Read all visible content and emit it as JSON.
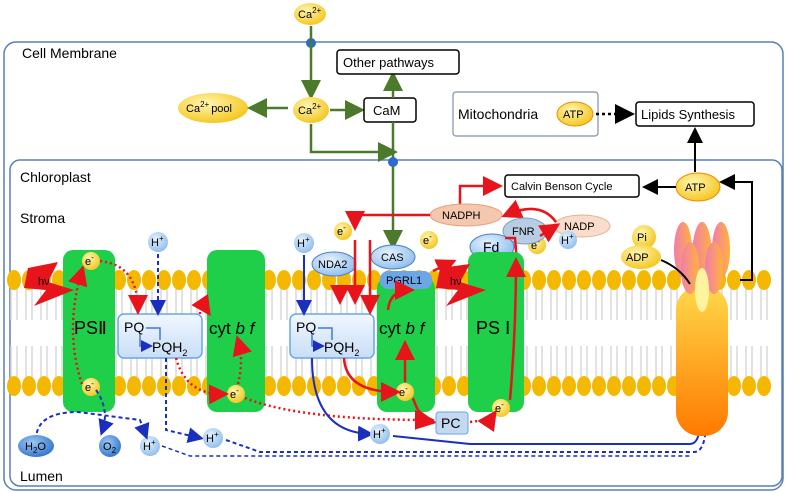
{
  "membrane_label": "Cell Membrane",
  "chloroplast_label": "Chloroplast",
  "stroma_label": "Stroma",
  "lumen_label": "Lumen",
  "ca_top": "Ca",
  "ca_pool": "Ca",
  "ca_pool_suffix": "pool",
  "ca_mid": "Ca",
  "sup_2plus": "2+",
  "cam": "CaM",
  "other_pathways": "Other pathways",
  "mitochondria": "Mitochondria",
  "atp": "ATP",
  "lipids_synthesis": "Lipids Synthesis",
  "calvin_benson": "Calvin Benson Cycle",
  "nadph": "NADPH",
  "nadp": "NADP",
  "fnr": "FNR",
  "fd": "Fd",
  "cas": "CAS",
  "nda2": "NDA2",
  "pgrl1": "PGRL1",
  "electron": "e",
  "electron_sup": "-",
  "hplus": "H",
  "hplus_sup": "+",
  "hv": "hν",
  "psii": "PSⅡ",
  "psi": "PS Ⅰ",
  "pq": "PQ",
  "pqh2": "PQH",
  "pqh2_sub": "2",
  "cyt": "cyt",
  "cyt_bf": "b f",
  "pc": "PC",
  "h2o": "H",
  "h2o_sub": "2",
  "h2o_o": "O",
  "o2": "O",
  "o2_sub": "2",
  "pi": "Pi",
  "adp": "ADP",
  "colors": {
    "green_arrow": "#4a7a2a",
    "red_arrow": "#e8141b",
    "blue_arrow": "#1b2fbf",
    "complex_green": "#1fcf4a",
    "lipid_yellow": "#f5b800",
    "box_blue": "#6aa6e8"
  }
}
